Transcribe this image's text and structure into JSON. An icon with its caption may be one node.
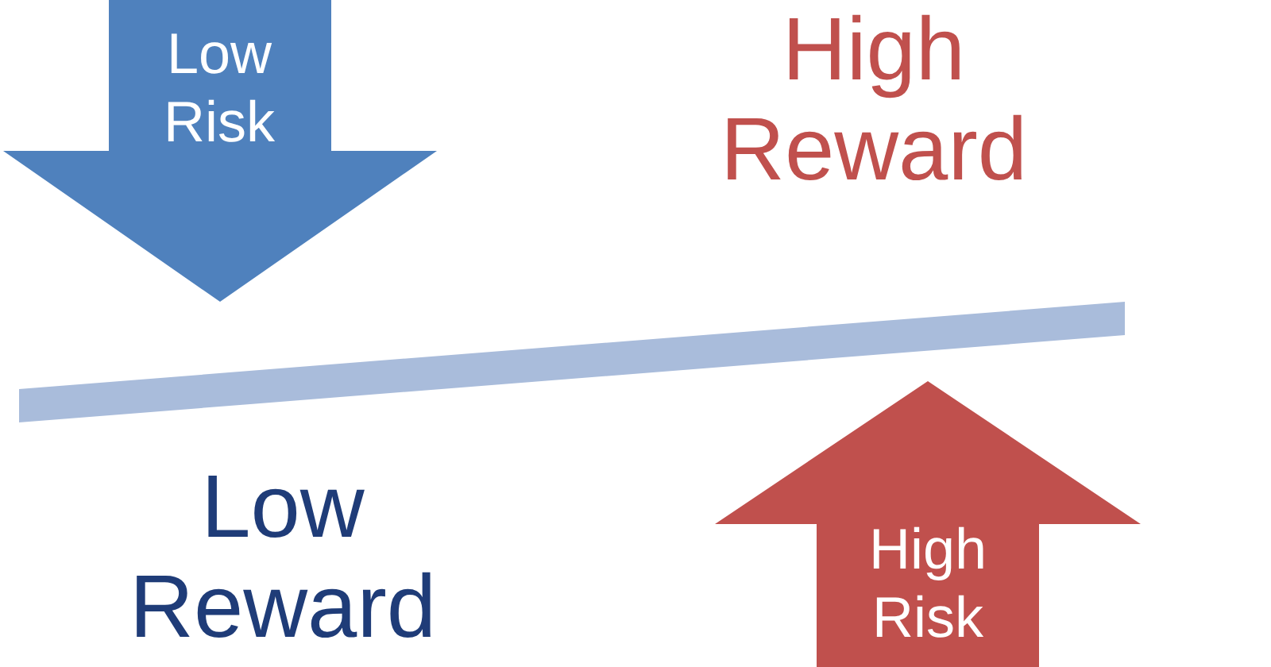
{
  "diagram": {
    "nodes": [
      {
        "text": [
          "Low Risk"
        ]
      },
      {
        "text": [],
        "shape": "bar"
      },
      {
        "text": [
          "High Risk"
        ]
      }
    ],
    "labels": [
      "High Reward",
      "Low Reward"
    ]
  }
}
